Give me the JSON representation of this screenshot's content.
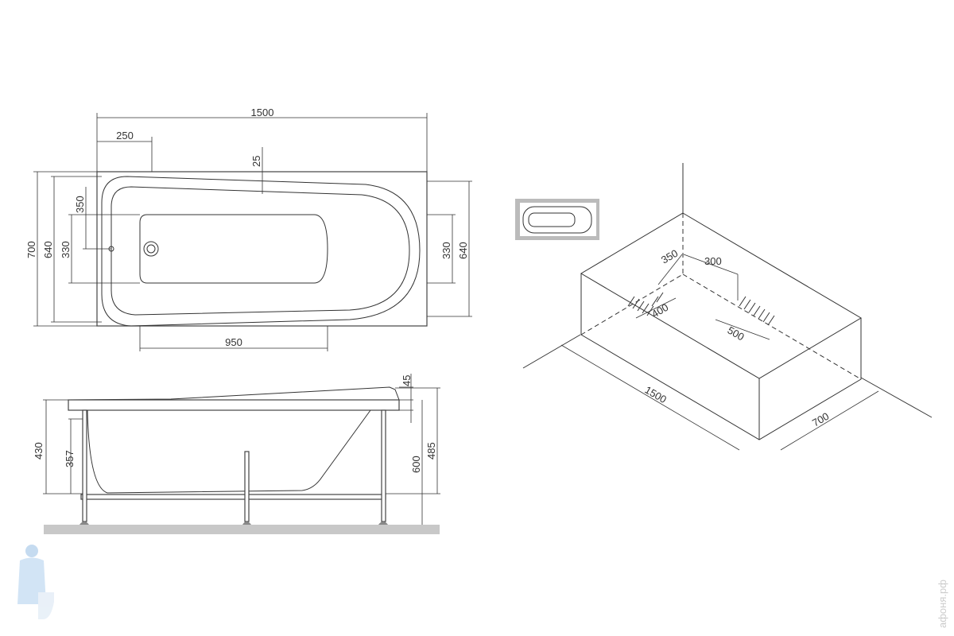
{
  "top_view": {
    "length": "1500",
    "offset_250": "250",
    "depth_25": "25",
    "drain_width": "950",
    "width_700": "700",
    "width_640_left": "640",
    "width_640_right": "640",
    "d_350": "350",
    "d_330_left": "330",
    "d_330_right": "330"
  },
  "side_view": {
    "h_45": "45",
    "h_430": "430",
    "h_357": "357",
    "h_600": "600",
    "h_485": "485"
  },
  "iso_view": {
    "d_350": "350",
    "d_300": "300",
    "d_400": "400",
    "d_500": "500",
    "length": "1500",
    "width": "700"
  },
  "watermark": "афоня.рф"
}
